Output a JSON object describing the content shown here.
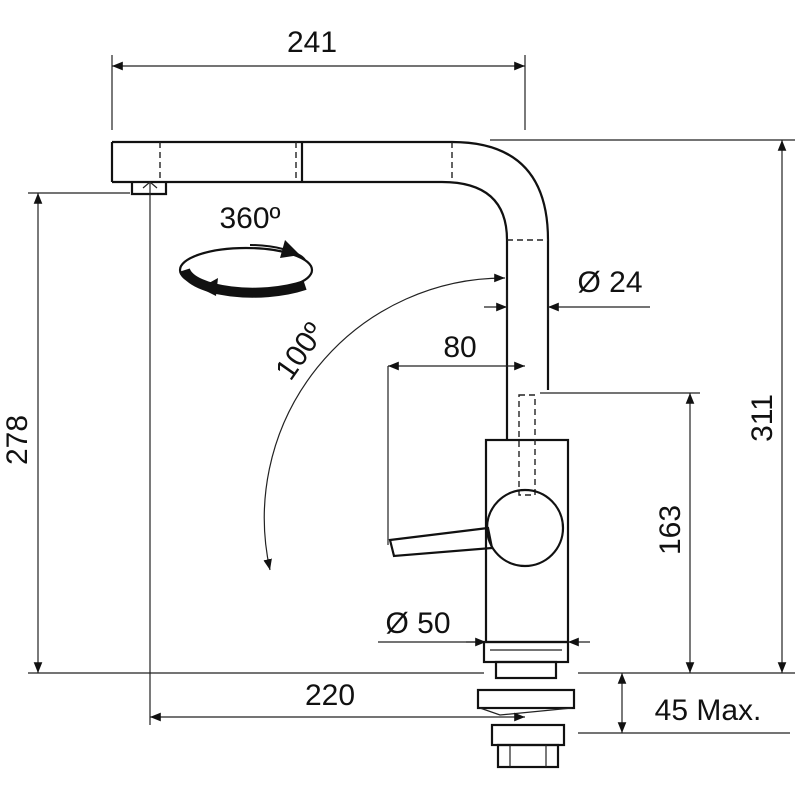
{
  "dimensions": {
    "width_top": "241",
    "rotation_deg": "360º",
    "diameter_spout": "Ø 24",
    "lever_offset": "80",
    "lever_angle": "100º",
    "height_total": "311",
    "height_spout_clearance": "278",
    "height_lever": "163",
    "diameter_base": "Ø 50",
    "reach": "220",
    "mount_thickness": "45 Max."
  }
}
